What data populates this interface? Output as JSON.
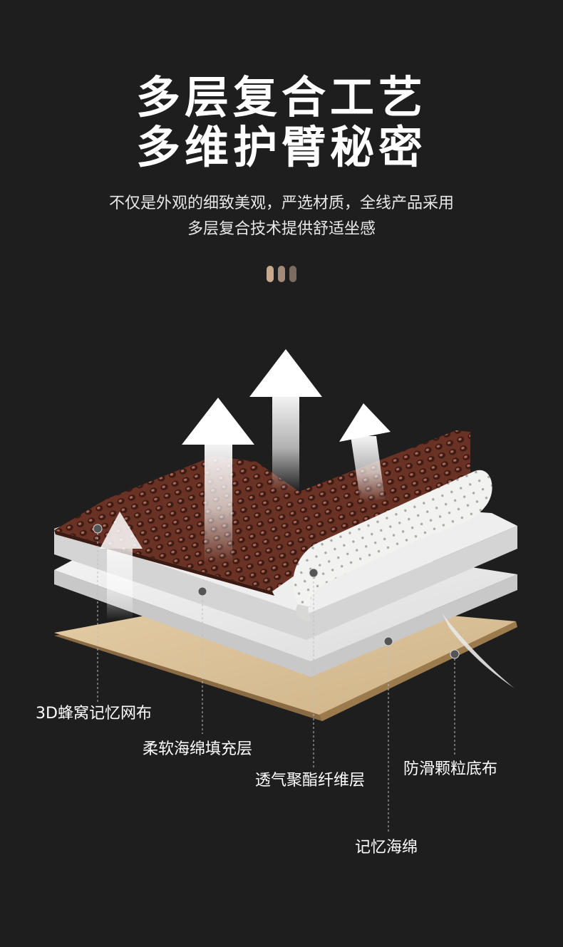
{
  "heading": {
    "line1": "多层复合工艺",
    "line2": "多维护臂秘密"
  },
  "description": {
    "line1": "不仅是外观的细致美观，严选材质，全线产品采用",
    "line2": "多层复合技术提供舒适坐感"
  },
  "indicator": {
    "colors": [
      "#c9a98b",
      "#a58b77",
      "#7d6c60"
    ]
  },
  "layers": {
    "mesh": "3D蜂窝记忆网布",
    "sponge_fill": "柔软海绵填充层",
    "polyester": "透气聚酯纤维层",
    "antislip": "防滑颗粒底布",
    "memory_foam": "记忆海绵"
  },
  "colors": {
    "background": "#1f1e1e",
    "mesh": "#6b3426",
    "base": "#d9bf97"
  }
}
